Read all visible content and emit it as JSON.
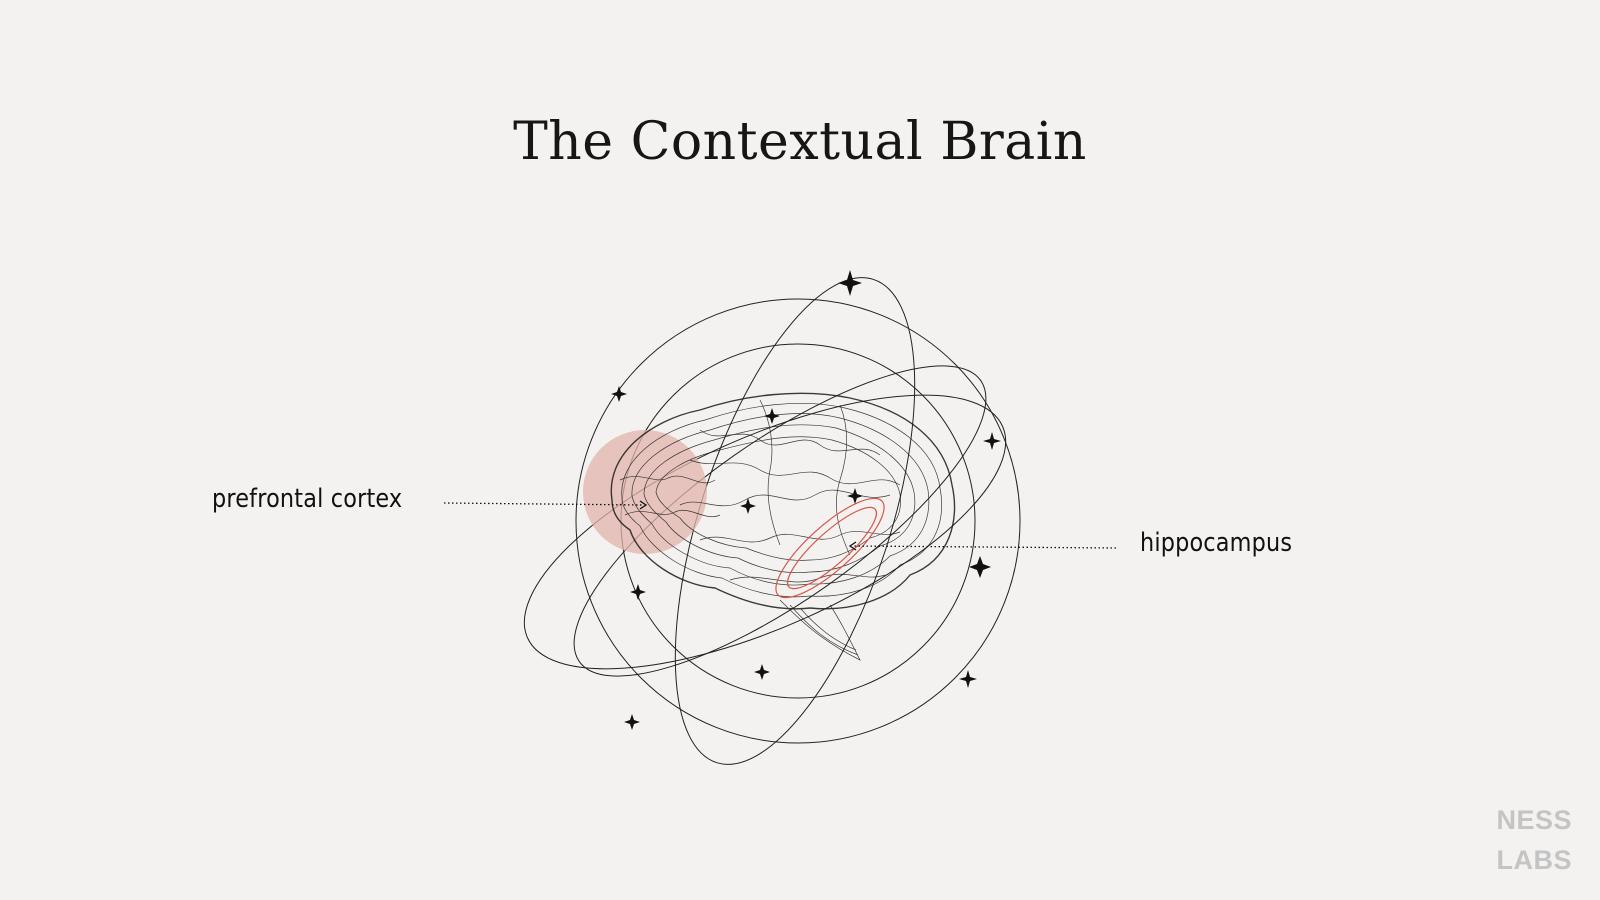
{
  "title": "The Contextual Brain",
  "labels": {
    "prefrontal_cortex": "prefrontal cortex",
    "hippocampus": "hippocampus"
  },
  "logo": {
    "line1": "NESS",
    "line2": "LABS"
  },
  "colors": {
    "background": "#f3f2f0",
    "ink": "#111111",
    "pfc_highlight": "#e2b3ab",
    "hippocampus_outline": "#d9574a",
    "logo": "#c4c4c4"
  },
  "icons": [
    "star-sparkle-icon",
    "brain-illustration"
  ]
}
